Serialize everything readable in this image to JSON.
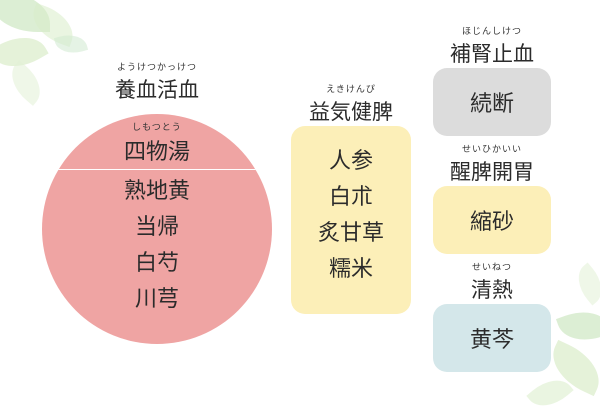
{
  "groups": [
    {
      "ruby": "ようけつかっけつ",
      "title": "養血活血",
      "sub_ruby": "しもつとう",
      "sub_title": "四物湯",
      "items": [
        "熟地黄",
        "当帰",
        "白芍",
        "川芎"
      ],
      "color": "#efa4a3"
    },
    {
      "ruby": "えきけんぴ",
      "title": "益気健脾",
      "items": [
        "人参",
        "白朮",
        "炙甘草",
        "糯米"
      ],
      "color": "#fcefb8"
    },
    {
      "ruby": "ほじんしけつ",
      "title": "補腎止血",
      "items": [
        "続断"
      ],
      "color": "#dcdcdc"
    },
    {
      "ruby": "せいひかいい",
      "title": "醒脾開胃",
      "items": [
        "縮砂"
      ],
      "color": "#fcefb8"
    },
    {
      "ruby": "せいねつ",
      "title": "清熱",
      "items": [
        "黄芩"
      ],
      "color": "#d4e7ea"
    }
  ]
}
